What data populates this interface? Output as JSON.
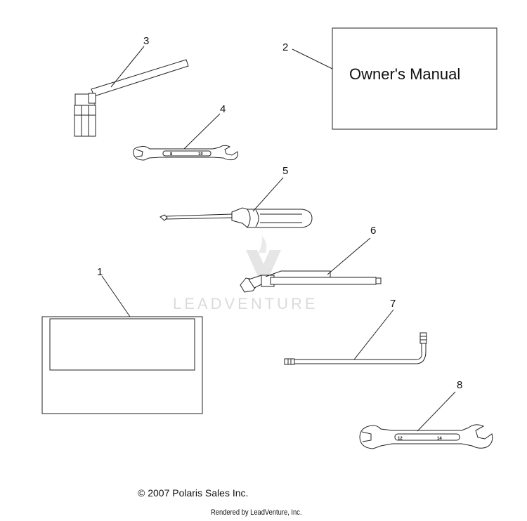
{
  "callouts": [
    {
      "id": "1",
      "label": "1"
    },
    {
      "id": "2",
      "label": "2"
    },
    {
      "id": "3",
      "label": "3"
    },
    {
      "id": "4",
      "label": "4"
    },
    {
      "id": "5",
      "label": "5"
    },
    {
      "id": "6",
      "label": "6"
    },
    {
      "id": "7",
      "label": "7"
    },
    {
      "id": "8",
      "label": "8"
    }
  ],
  "manual": {
    "title": "Owner's Manual"
  },
  "wrench_small": {
    "left_size": "8",
    "right_size": "10"
  },
  "wrench_large": {
    "left_size": "12",
    "right_size": "14"
  },
  "watermark": {
    "text": "LEADVENTURE"
  },
  "footer": {
    "copyright": "© 2007 Polaris Sales Inc.",
    "rendered_by": "Rendered by LeadVenture, Inc."
  }
}
